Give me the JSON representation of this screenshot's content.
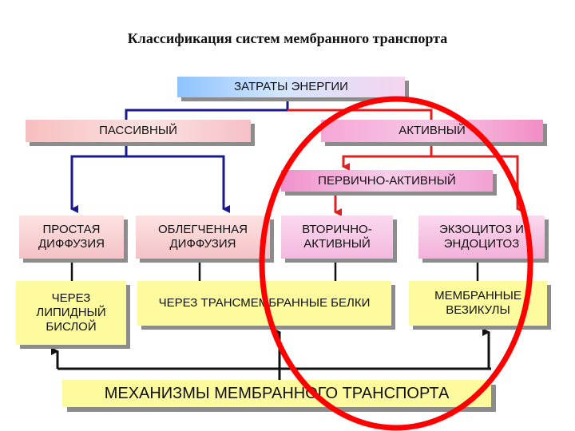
{
  "title": "Классификация систем мембранного транспорта",
  "nodes": {
    "energy": "ЗАТРАТЫ ЭНЕРГИИ",
    "passive": "ПАССИВНЫЙ",
    "active": "АКТИВНЫЙ",
    "primary_active": "ПЕРВИЧНО-АКТИВНЫЙ",
    "simple_diffusion": "ПРОСТАЯ ДИФФУЗИЯ",
    "facilitated_diffusion": "ОБЛЕГЧЕННАЯ ДИФФУЗИЯ",
    "secondary_active": "ВТОРИЧНО-АКТИВНЫЙ",
    "exo_endocytosis": "ЭКЗОЦИТОЗ И ЭНДОЦИТОЗ",
    "lipid_bilayer": "ЧЕРЕЗ ЛИПИДНЫЙ БИСЛОЙ",
    "transmembrane_proteins": "ЧЕРЕЗ ТРАНСМЕМБРАННЫЕ БЕЛКИ",
    "membrane_vesicles": "МЕМБРАННЫЕ ВЕЗИКУЛЫ",
    "mechanisms": "МЕХАНИЗМЫ МЕМБРАННОГО ТРАНСПОРТА"
  },
  "colors": {
    "passive_line": "#1a1a8c",
    "active_line": "#e02020",
    "mechanism_line": "#111111",
    "highlight_circle": "#ff0000"
  }
}
